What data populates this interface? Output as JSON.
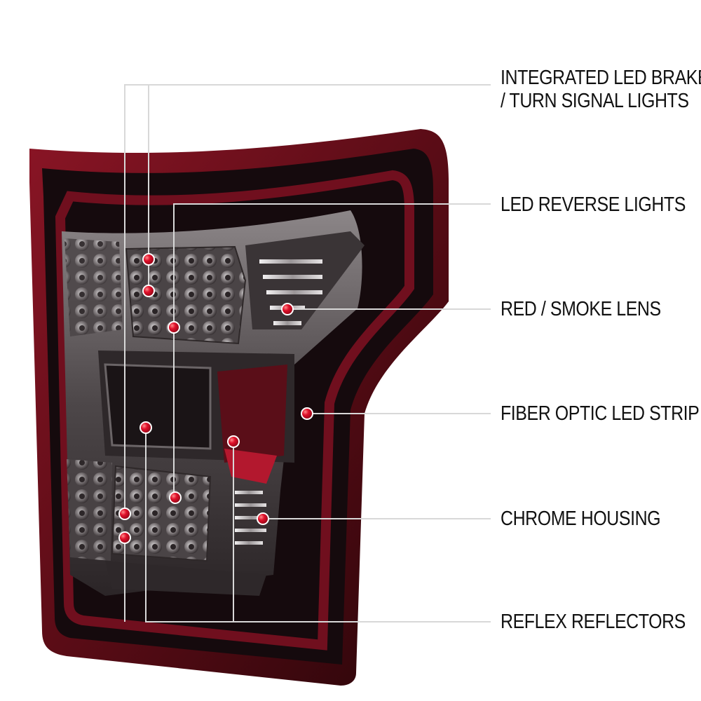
{
  "callouts": [
    {
      "id": "integrated-led",
      "lines": [
        "INTEGRATED LED BRAKE",
        "/ TURN SIGNAL LIGHTS"
      ]
    },
    {
      "id": "led-reverse",
      "lines": [
        "LED REVERSE LIGHTS"
      ]
    },
    {
      "id": "lens",
      "lines": [
        "RED / SMOKE LENS"
      ]
    },
    {
      "id": "fiber-optic",
      "lines": [
        "FIBER OPTIC LED STRIP"
      ]
    },
    {
      "id": "chrome-housing",
      "lines": [
        "CHROME HOUSING"
      ]
    },
    {
      "id": "reflex-reflectors",
      "lines": [
        "REFLEX REFLECTORS"
      ]
    }
  ],
  "colors": {
    "leader_line": "#d8d8d8",
    "marker": "#e0102a",
    "lens_red": "#6e0f1c",
    "lens_dark": "#140a0d",
    "smoke": "#5a5456",
    "chrome": "#c9c6c7"
  }
}
